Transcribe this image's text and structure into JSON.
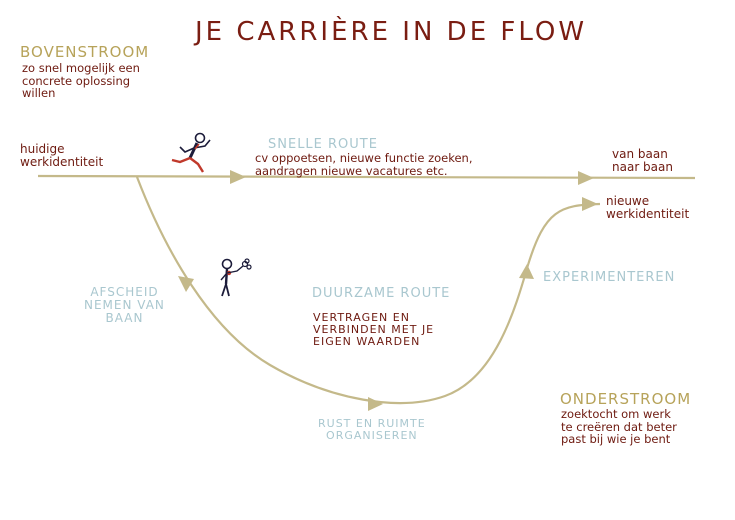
{
  "title": "JE CARRIÈRE IN DE FLOW",
  "bovenstroom": {
    "heading": "BOVENSTROOM",
    "text": "zo snel mogelijk een\nconcrete oplossing\nwillen"
  },
  "start_label": "huidige\nwerkidentiteit",
  "snelle_route": {
    "heading": "SNELLE ROUTE",
    "text": "cv oppoetsen, nieuwe functie zoeken,\naandragen nieuwe vacatures etc."
  },
  "end_top": "van baan\nnaar baan",
  "end_bottom": "nieuwe\nwerkidentiteit",
  "afscheid": "AFSCHEID\nNEMEN VAN\nBAAN",
  "duurzame_route": {
    "heading": "DUURZAME ROUTE",
    "text": "VERTRAGEN EN\nVERBINDEN MET JE\nEIGEN WAARDEN"
  },
  "experimenteren": "EXPERIMENTEREN",
  "rust": "RUST EN RUIMTE\nORGANISEREN",
  "onderstroom": {
    "heading": "ONDERSTROOM",
    "text": "zoektocht om werk\nte creëren dat beter\npast bij wie je bent"
  },
  "colors": {
    "line": "#c4b98a",
    "title": "#7a1d12",
    "gold": "#b7a35a",
    "blue": "#a9c7cf",
    "brown": "#6e1a10",
    "figure_red": "#c0392b",
    "figure_dark": "#1c1c3a"
  },
  "icons": [
    "running-person-icon",
    "person-with-flowers-icon"
  ]
}
